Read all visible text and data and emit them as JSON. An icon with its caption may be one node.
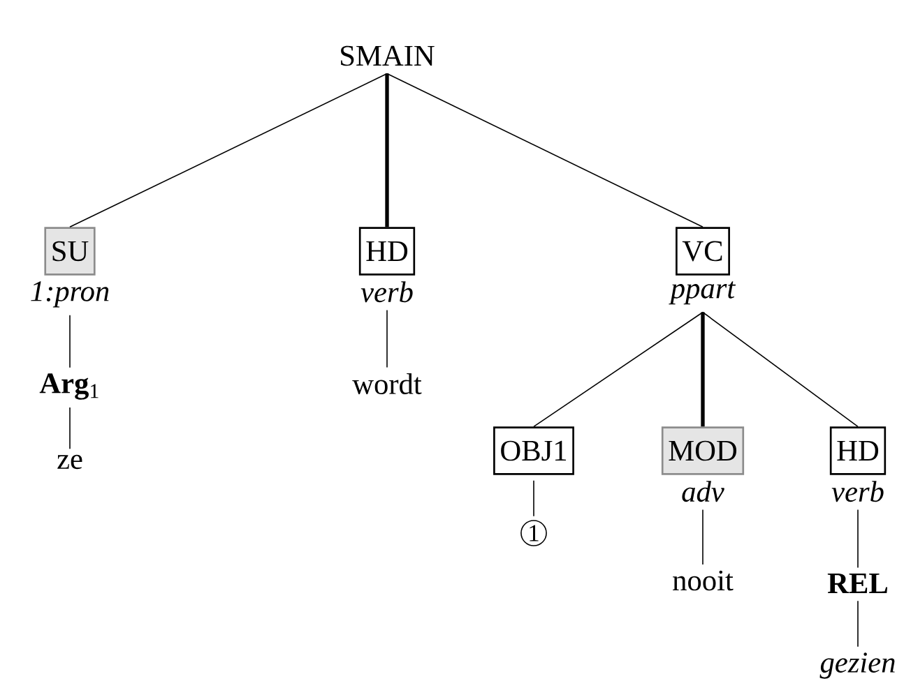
{
  "diagram": {
    "nodes": [
      {
        "text": [
          "SMAIN"
        ]
      },
      {
        "text": [
          "SU"
        ],
        "beside": [
          "1:pron"
        ]
      },
      {
        "text": [
          "**Arg**$_{1}$"
        ]
      },
      {
        "text": [
          "ze"
        ]
      },
      {
        "text": [
          "HD"
        ],
        "beside": [
          "verb"
        ]
      },
      {
        "text": [
          "wordt"
        ]
      },
      {
        "text": [
          "VC"
        ],
        "beside": [
          "ppart"
        ]
      },
      {
        "text": [
          "OBJ1"
        ]
      },
      {
        "text": [
          "1"
        ]
      },
      {
        "text": [
          "MOD"
        ],
        "beside": [
          "adv"
        ]
      },
      {
        "text": [
          "nooit"
        ]
      },
      {
        "text": [
          "HD"
        ],
        "beside": [
          "verb"
        ]
      },
      {
        "text": [
          "REL"
        ]
      },
      {
        "text": [
          "gezien"
        ]
      }
    ],
    "edges": [
      {
        "from": 0,
        "to": 1,
        "arrow": "none"
      },
      {
        "from": 0,
        "to": 4,
        "arrow": "none",
        "style": "thick"
      },
      {
        "from": 0,
        "to": 6,
        "arrow": "none"
      },
      {
        "from": 1,
        "to": 2,
        "arrow": "none"
      },
      {
        "from": 2,
        "to": 3,
        "arrow": "none"
      },
      {
        "from": 4,
        "to": 5,
        "arrow": "none"
      },
      {
        "from": 6,
        "to": 7,
        "arrow": "none"
      },
      {
        "from": 6,
        "to": 9,
        "arrow": "none",
        "style": "thick"
      },
      {
        "from": 6,
        "to": 11,
        "arrow": "none"
      },
      {
        "from": 7,
        "to": 8,
        "arrow": "none"
      },
      {
        "from": 9,
        "to": 10,
        "arrow": "none"
      },
      {
        "from": 11,
        "to": 12,
        "arrow": "none"
      },
      {
        "from": 12,
        "to": 13,
        "arrow": "none"
      }
    ]
  }
}
